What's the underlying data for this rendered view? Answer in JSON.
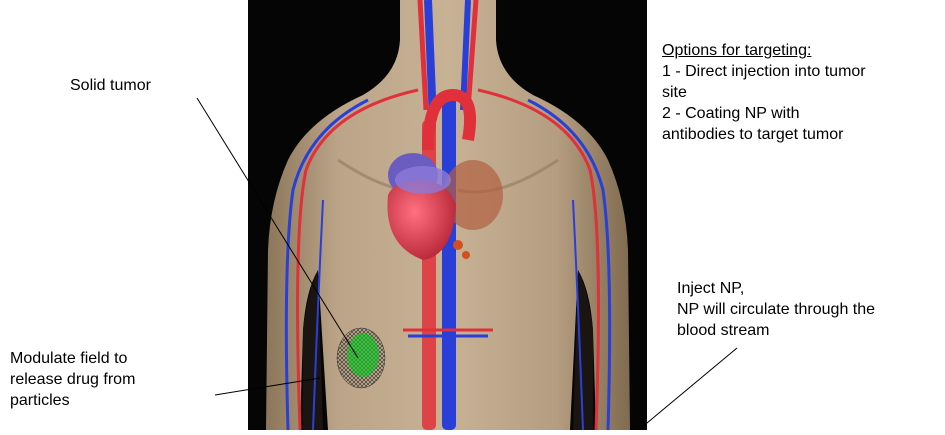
{
  "labels": {
    "solid_tumor": "Solid tumor",
    "modulate_line1": "Modulate field to",
    "modulate_line2": "release drug from",
    "modulate_line3": "particles",
    "options_heading": "Options for targeting:",
    "options_line1": "1 - Direct injection into tumor",
    "options_line2": "site",
    "options_line3": "2 - Coating NP with",
    "options_line4": "antibodies to target tumor",
    "inject_line1": "Inject NP,",
    "inject_line2": "NP will circulate through the",
    "inject_line3": "blood stream"
  },
  "colors": {
    "background_dark": "#050505",
    "skin": "#bfa88a",
    "skin_shadow": "#8f7a60",
    "artery": "#e0303a",
    "vein": "#2a3fd8",
    "heart": "#c83040",
    "tumor": "#2fd23a"
  }
}
